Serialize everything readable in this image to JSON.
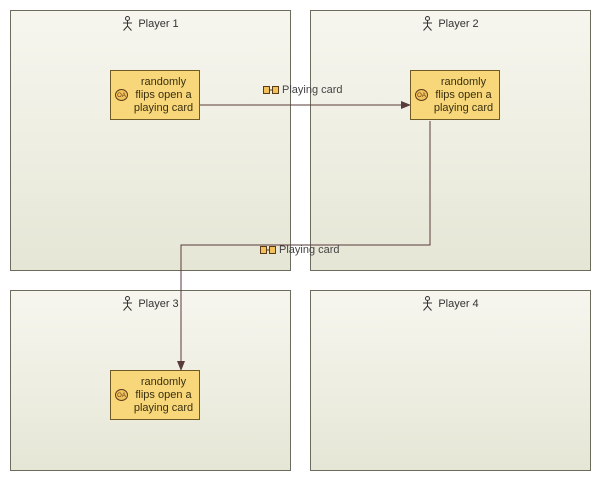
{
  "lanes": [
    {
      "name": "Player 1"
    },
    {
      "name": "Player 2"
    },
    {
      "name": "Player 3"
    },
    {
      "name": "Player 4"
    }
  ],
  "activities": [
    {
      "label": "randomly flips open a playing card",
      "icon": "operational-activity-icon"
    },
    {
      "label": "randomly flips open a playing card",
      "icon": "operational-activity-icon"
    },
    {
      "label": "randomly flips open a playing card",
      "icon": "operational-activity-icon"
    }
  ],
  "flows": [
    {
      "label": "Playing card",
      "icon": "interaction-icon"
    },
    {
      "label": "Playing card",
      "icon": "interaction-icon"
    }
  ],
  "colors": {
    "activity_fill": "#f7d77a",
    "activity_border": "#6f5a26",
    "connector": "#5a3b3b"
  }
}
